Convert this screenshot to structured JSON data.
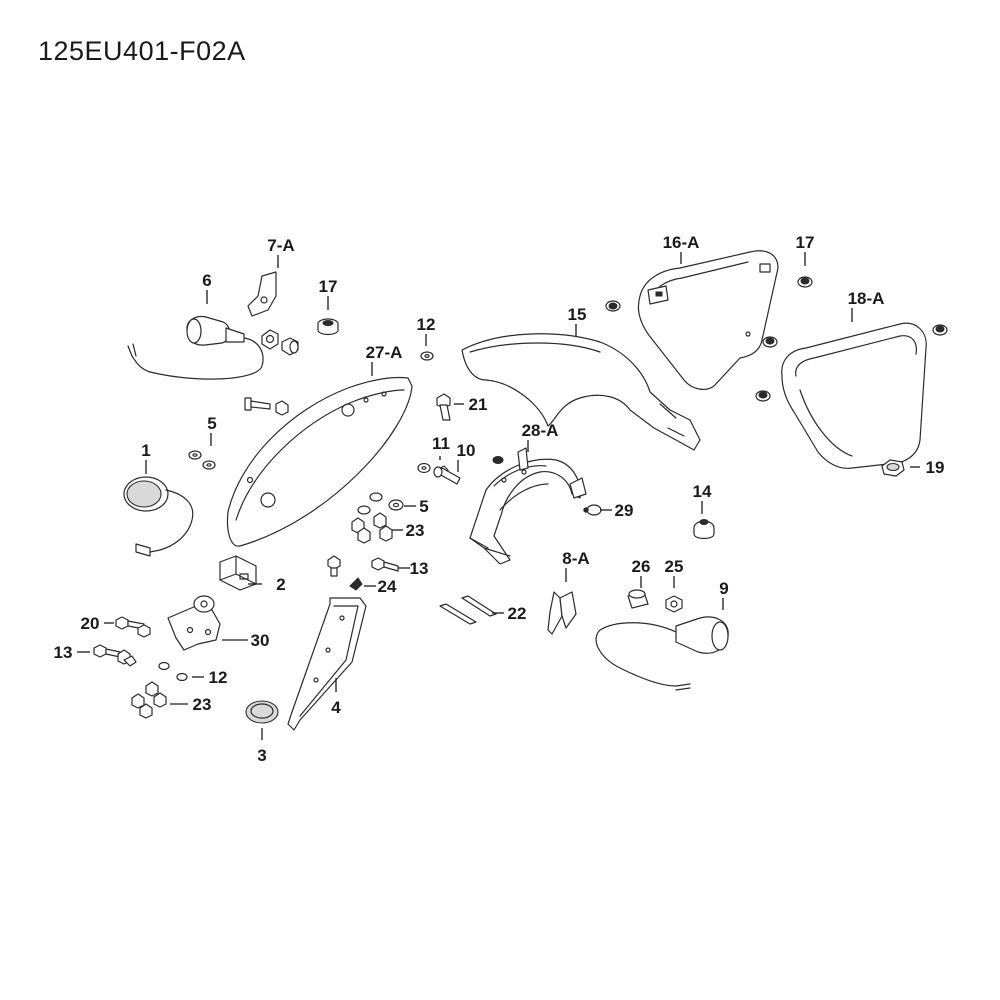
{
  "diagram": {
    "title": "125EU401-F02A",
    "callouts": [
      {
        "id": "c-1",
        "label": "1"
      },
      {
        "id": "c-2",
        "label": "2"
      },
      {
        "id": "c-3",
        "label": "3"
      },
      {
        "id": "c-4",
        "label": "4"
      },
      {
        "id": "c-5a",
        "label": "5"
      },
      {
        "id": "c-5b",
        "label": "5"
      },
      {
        "id": "c-6",
        "label": "6"
      },
      {
        "id": "c-7a",
        "label": "7-A"
      },
      {
        "id": "c-8a",
        "label": "8-A"
      },
      {
        "id": "c-9",
        "label": "9"
      },
      {
        "id": "c-10",
        "label": "10"
      },
      {
        "id": "c-11",
        "label": "11"
      },
      {
        "id": "c-12a",
        "label": "12"
      },
      {
        "id": "c-12b",
        "label": "12"
      },
      {
        "id": "c-13a",
        "label": "13"
      },
      {
        "id": "c-13b",
        "label": "13"
      },
      {
        "id": "c-14",
        "label": "14"
      },
      {
        "id": "c-15",
        "label": "15"
      },
      {
        "id": "c-16a",
        "label": "16-A"
      },
      {
        "id": "c-17a",
        "label": "17"
      },
      {
        "id": "c-17b",
        "label": "17"
      },
      {
        "id": "c-18a",
        "label": "18-A"
      },
      {
        "id": "c-19",
        "label": "19"
      },
      {
        "id": "c-20",
        "label": "20"
      },
      {
        "id": "c-21",
        "label": "21"
      },
      {
        "id": "c-22",
        "label": "22"
      },
      {
        "id": "c-23a",
        "label": "23"
      },
      {
        "id": "c-23b",
        "label": "23"
      },
      {
        "id": "c-24",
        "label": "24"
      },
      {
        "id": "c-25",
        "label": "25"
      },
      {
        "id": "c-26",
        "label": "26"
      },
      {
        "id": "c-27a",
        "label": "27-A"
      },
      {
        "id": "c-28a",
        "label": "28-A"
      },
      {
        "id": "c-29",
        "label": "29"
      },
      {
        "id": "c-30",
        "label": "30"
      }
    ]
  }
}
